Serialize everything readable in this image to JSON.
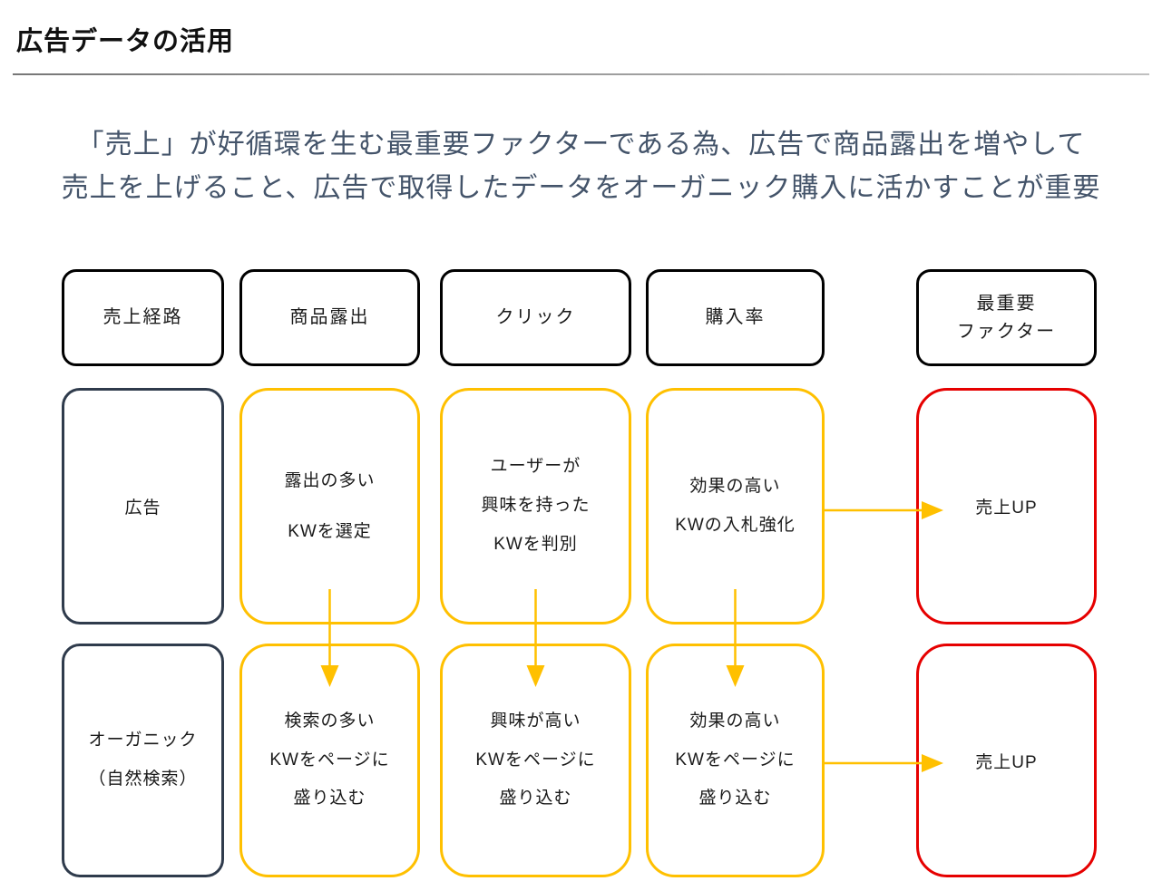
{
  "page": {
    "title": "広告データの活用"
  },
  "intro": {
    "text": "「売上」が好循環を生む最重要ファクターである為、広告で商品露出を増やして\n売上を上げること、広告で取得したデータをオーガニック購入に活かすことが重要"
  },
  "diagram": {
    "headers": [
      "売上経路",
      "商品露出",
      "クリック",
      "購入率",
      "最重要\nファクター"
    ],
    "rows": [
      {
        "channel": "広告",
        "steps": [
          "露出の多い\nKWを選定",
          "ユーザーが\n興味を持った\nKWを判別",
          "効果の高い\nKWの入札強化"
        ],
        "outcome": "売上UP"
      },
      {
        "channel": "オーガニック\n（自然検索）",
        "steps": [
          "検索の多い\nKWをページに\n盛り込む",
          "興味が高い\nKWをページに\n盛り込む",
          "効果の高い\nKWをページに\n盛り込む"
        ],
        "outcome": "売上UP"
      }
    ]
  },
  "colors": {
    "arrow": "#FFC000",
    "yellow_border": "#FFC000",
    "navy_border": "#2F3B4C",
    "red_border": "#E60000",
    "header_border": "#000000",
    "intro_text": "#44546A",
    "title_text": "#111111",
    "box_text": "#1A1A1A",
    "divider": "#9B9B9B"
  }
}
